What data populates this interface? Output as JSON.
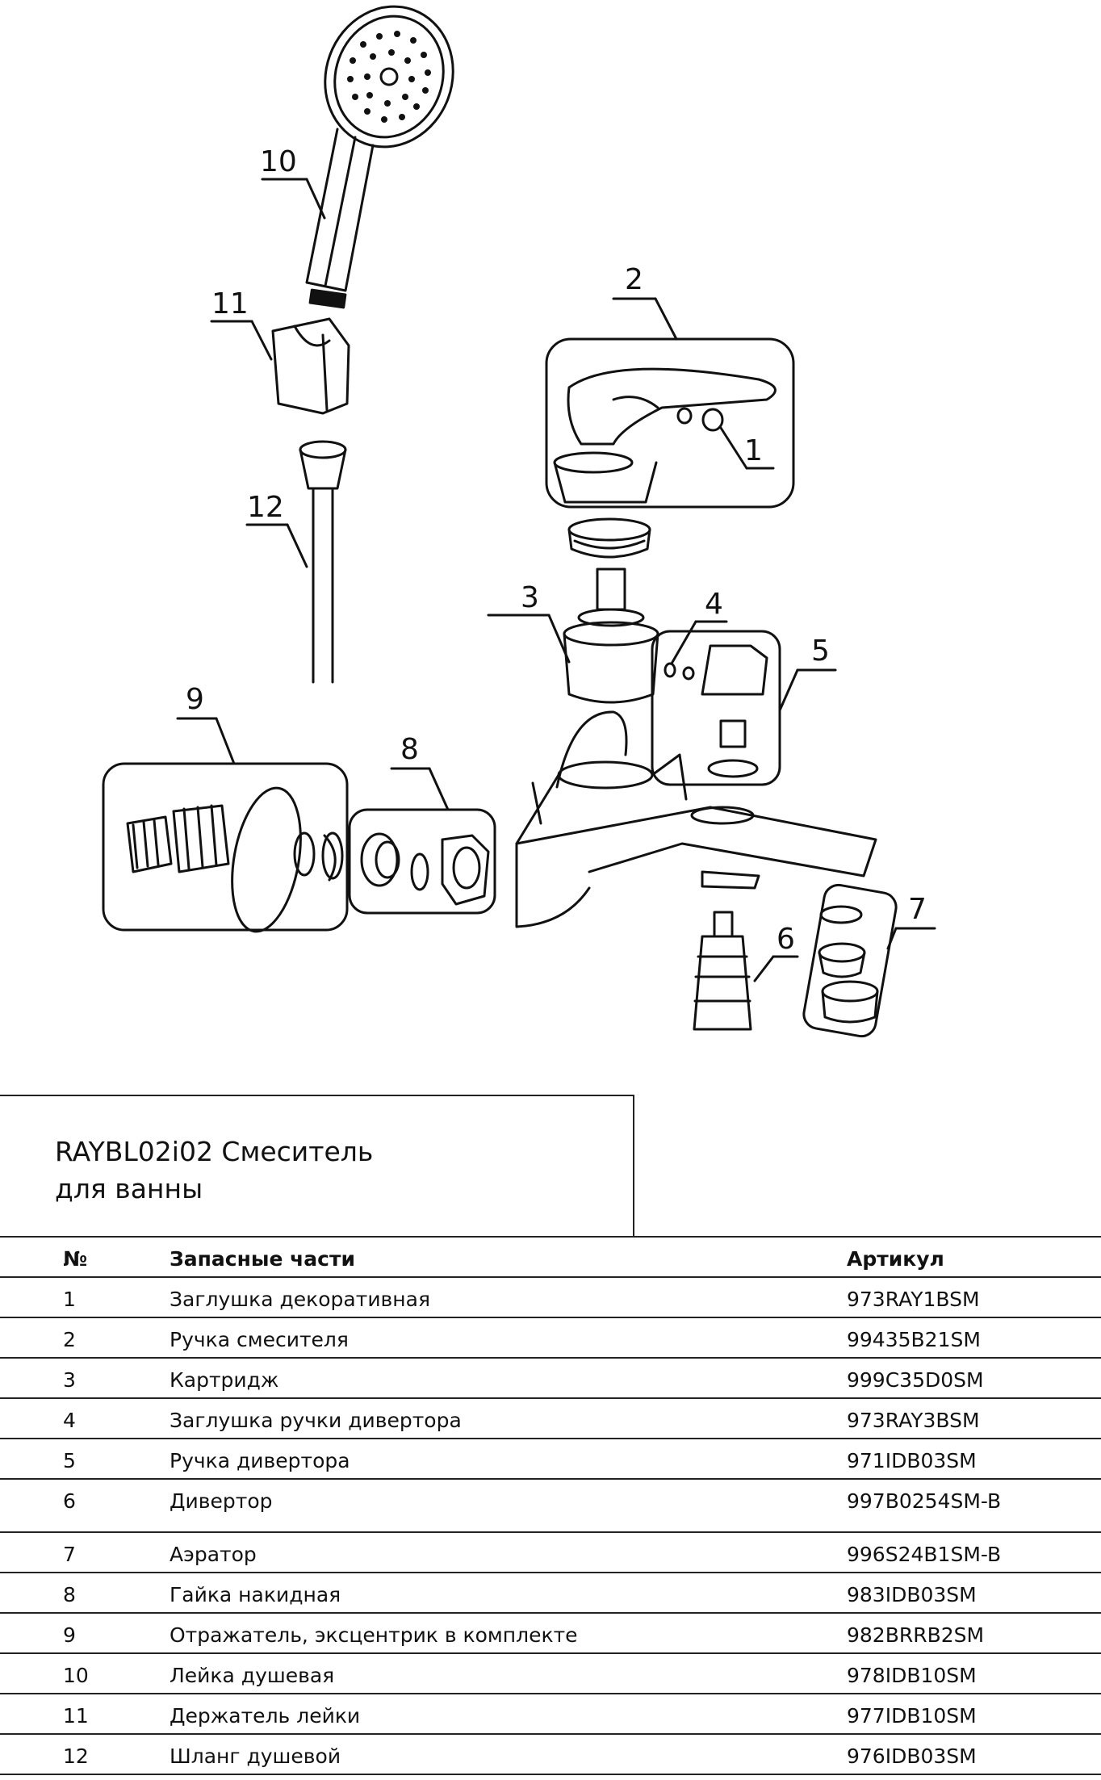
{
  "title": {
    "line1": "RAYBL02i02 Смеситель",
    "line2": "для ванны"
  },
  "diagram_labels": [
    "1",
    "2",
    "3",
    "4",
    "5",
    "6",
    "7",
    "8",
    "9",
    "10",
    "11",
    "12"
  ],
  "table": {
    "headers": {
      "no": "№",
      "part": "Запасные части",
      "article": "Артикул"
    },
    "rows": [
      {
        "no": "1",
        "part": "Заглушка декоративная",
        "article": "973RAY1BSM"
      },
      {
        "no": "2",
        "part": "Ручка смесителя",
        "article": "99435B21SM"
      },
      {
        "no": "3",
        "part": "Картридж",
        "article": "999C35D0SM"
      },
      {
        "no": "4",
        "part": "Заглушка ручки дивертора",
        "article": "973RAY3BSM"
      },
      {
        "no": "5",
        "part": "Ручка дивертора",
        "article": "971IDB03SM"
      },
      {
        "no": "6",
        "part": "Дивертор",
        "article": "997B0254SM-B"
      },
      {
        "no": "7",
        "part": "Аэратор",
        "article": "996S24B1SM-B"
      },
      {
        "no": "8",
        "part": "Гайка накидная",
        "article": "983IDB03SM"
      },
      {
        "no": "9",
        "part": "Отражатель, эксцентрик в комплекте",
        "article": "982BRRB2SM"
      },
      {
        "no": "10",
        "part": "Лейка душевая",
        "article": "978IDB10SM"
      },
      {
        "no": "11",
        "part": "Держатель лейки",
        "article": "977IDB10SM"
      },
      {
        "no": "12",
        "part": "Шланг душевой",
        "article": "976IDB03SM"
      }
    ]
  }
}
